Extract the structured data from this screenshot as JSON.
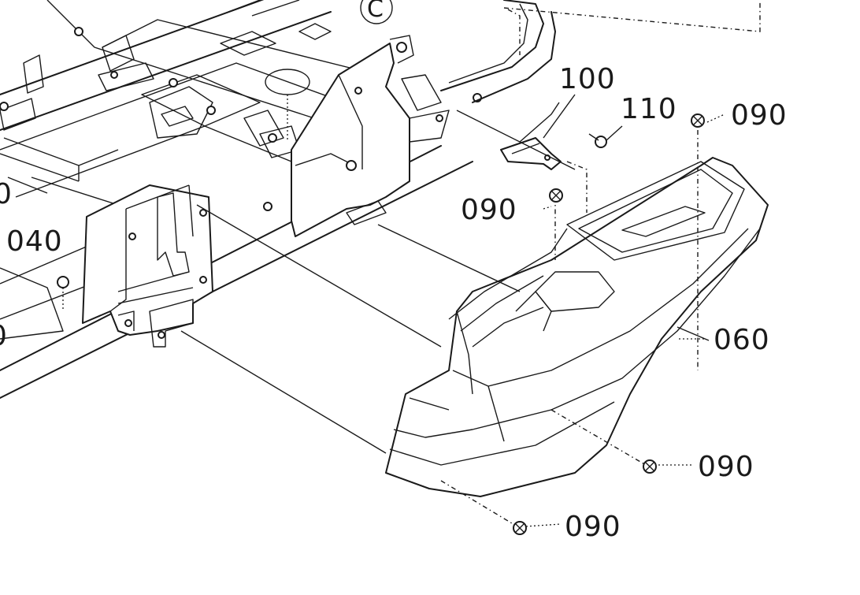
{
  "section_mark": "C",
  "callouts": {
    "c100": "100",
    "c110": "110",
    "c090_top_right": "090",
    "c090_mid": "090",
    "c060": "060",
    "c090_lower_right": "090",
    "c090_bottom": "090",
    "c040": "040",
    "c_left_cut": "0",
    "c_left_cut_2": "0"
  },
  "colors": {
    "ink": "#1a1a1a",
    "paper": "#ffffff"
  }
}
